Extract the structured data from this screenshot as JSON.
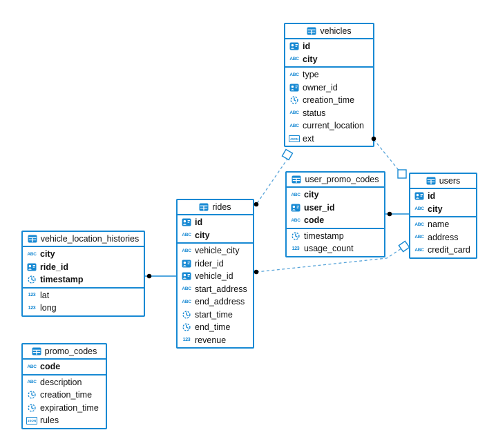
{
  "diagram": {
    "accent_color": "#1789d3",
    "dashed_line_color": "#58a4d9",
    "connector_dot_color": "#000000",
    "icon_glyphs": {
      "text": "ABC",
      "number": "123",
      "json": "JSON"
    },
    "tables": [
      {
        "name": "vehicles",
        "keys": [
          {
            "name": "id",
            "icon": "uuid"
          },
          {
            "name": "city",
            "icon": "text"
          }
        ],
        "fields": [
          {
            "name": "type",
            "icon": "text"
          },
          {
            "name": "owner_id",
            "icon": "uuid"
          },
          {
            "name": "creation_time",
            "icon": "time"
          },
          {
            "name": "status",
            "icon": "text"
          },
          {
            "name": "current_location",
            "icon": "text"
          },
          {
            "name": "ext",
            "icon": "json"
          }
        ]
      },
      {
        "name": "user_promo_codes",
        "keys": [
          {
            "name": "city",
            "icon": "text"
          },
          {
            "name": "user_id",
            "icon": "uuid"
          },
          {
            "name": "code",
            "icon": "text"
          }
        ],
        "fields": [
          {
            "name": "timestamp",
            "icon": "time"
          },
          {
            "name": "usage_count",
            "icon": "number"
          }
        ]
      },
      {
        "name": "users",
        "keys": [
          {
            "name": "id",
            "icon": "uuid"
          },
          {
            "name": "city",
            "icon": "text"
          }
        ],
        "fields": [
          {
            "name": "name",
            "icon": "text"
          },
          {
            "name": "address",
            "icon": "text"
          },
          {
            "name": "credit_card",
            "icon": "text"
          }
        ]
      },
      {
        "name": "rides",
        "keys": [
          {
            "name": "id",
            "icon": "uuid"
          },
          {
            "name": "city",
            "icon": "text"
          }
        ],
        "fields": [
          {
            "name": "vehicle_city",
            "icon": "text"
          },
          {
            "name": "rider_id",
            "icon": "uuid"
          },
          {
            "name": "vehicle_id",
            "icon": "uuid"
          },
          {
            "name": "start_address",
            "icon": "text"
          },
          {
            "name": "end_address",
            "icon": "text"
          },
          {
            "name": "start_time",
            "icon": "time"
          },
          {
            "name": "end_time",
            "icon": "time"
          },
          {
            "name": "revenue",
            "icon": "number"
          }
        ]
      },
      {
        "name": "vehicle_location_histories",
        "keys": [
          {
            "name": "city",
            "icon": "text"
          },
          {
            "name": "ride_id",
            "icon": "uuid"
          },
          {
            "name": "timestamp",
            "icon": "time"
          }
        ],
        "fields": [
          {
            "name": "lat",
            "icon": "number"
          },
          {
            "name": "long",
            "icon": "number"
          }
        ]
      },
      {
        "name": "promo_codes",
        "keys": [
          {
            "name": "code",
            "icon": "text"
          }
        ],
        "fields": [
          {
            "name": "description",
            "icon": "text"
          },
          {
            "name": "creation_time",
            "icon": "time"
          },
          {
            "name": "expiration_time",
            "icon": "time"
          },
          {
            "name": "rules",
            "icon": "json"
          }
        ]
      }
    ],
    "relations": [
      {
        "from": "vehicle_location_histories",
        "to": "rides",
        "style": "solid"
      },
      {
        "from": "user_promo_codes",
        "to": "users",
        "style": "solid"
      },
      {
        "from": "rides",
        "to": "vehicles",
        "style": "dashed"
      },
      {
        "from": "users",
        "to": "vehicles",
        "style": "dashed"
      },
      {
        "from": "rides",
        "to": "users",
        "style": "dashed"
      }
    ]
  }
}
